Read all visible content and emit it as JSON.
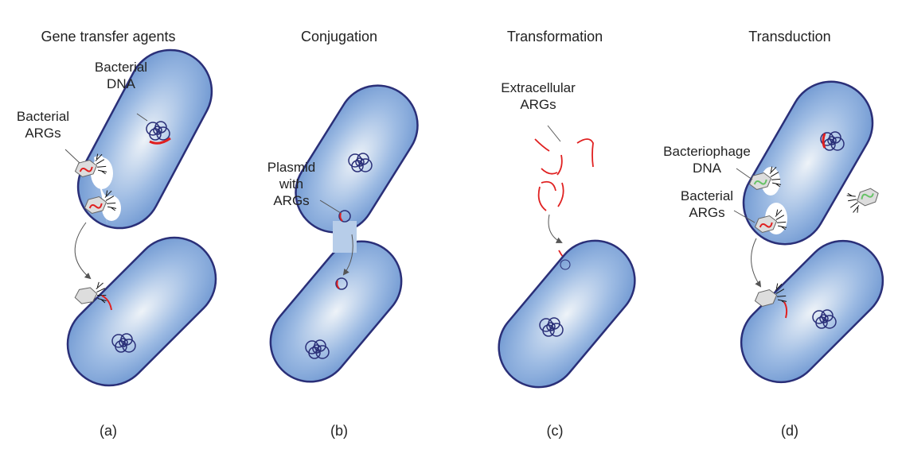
{
  "panels": [
    {
      "title": "Gene transfer agents",
      "letter": "(a)",
      "labels": [
        "Bacterial\nDNA",
        "Bacterial\nARGs"
      ]
    },
    {
      "title": "Conjugation",
      "letter": "(b)",
      "labels": [
        "Plasmid\nwith\nARGs"
      ]
    },
    {
      "title": "Transformation",
      "letter": "(c)",
      "labels": [
        "Extracellular\nARGs"
      ]
    },
    {
      "title": "Transduction",
      "letter": "(d)",
      "labels": [
        "Bacteriophage\nDNA",
        "Bacterial\nARGs"
      ]
    }
  ],
  "colors": {
    "cell_fill": "#7fa6d9",
    "cell_center": "#eef3f8",
    "outline": "#2a2f78",
    "arg": "#e02020",
    "phage_dna": "#66c266"
  }
}
